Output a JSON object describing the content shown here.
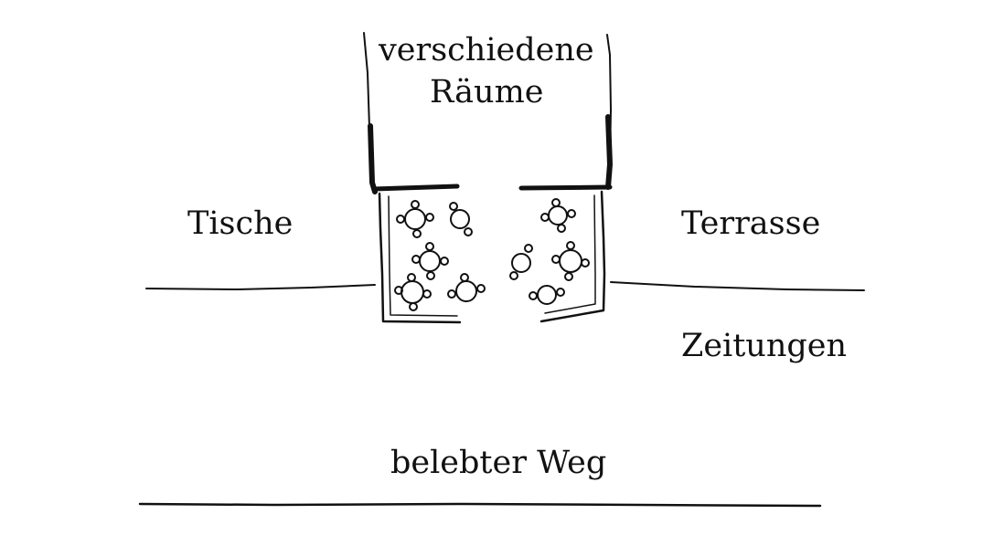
{
  "labels": {
    "rooms_line1": "verschiedene",
    "rooms_line2": "Räume",
    "tables": "Tische",
    "terrace": "Terrasse",
    "newspapers": "Zeitungen",
    "busy_path": "belebter Weg"
  },
  "colors": {
    "ink": "#111111",
    "background": "#ffffff"
  }
}
